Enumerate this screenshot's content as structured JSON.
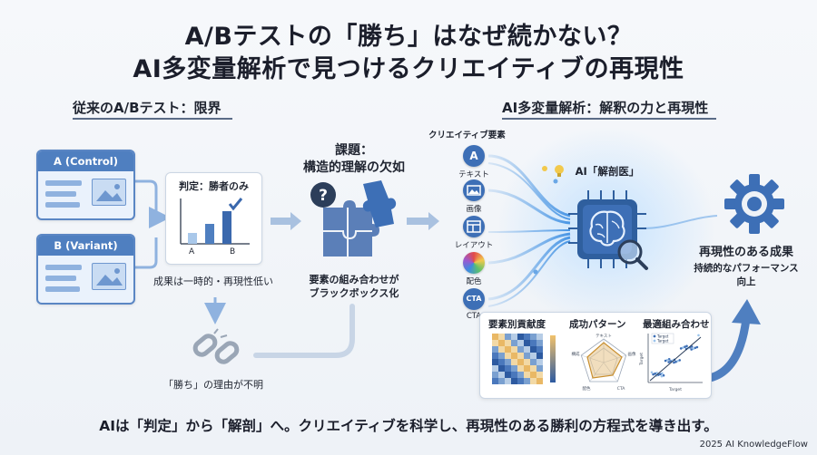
{
  "title": {
    "line1": "A/Bテストの「勝ち」はなぜ続かない？",
    "line2": "AI多変量解析で見つけるクリエイティブの再現性"
  },
  "left_section": {
    "heading": "従来のA/Bテスト：限界",
    "card_a_label": "A (Control)",
    "card_b_label": "B (Variant)",
    "judgement_title": "判定：勝者のみ",
    "bar_a_label": "A",
    "bar_b_label": "B",
    "result_caption": "成果は一時的・再現性低い",
    "issue_title_1": "課題：",
    "issue_title_2": "構造的理解の欠如",
    "blackbox_caption_1": "要素の組み合わせが",
    "blackbox_caption_2": "ブラックボックス化",
    "broken_caption": "「勝ち」の理由が不明"
  },
  "right_section": {
    "heading": "AI多変量解析：解釈の力と再現性",
    "elements_title": "クリエイティブ要素",
    "elements": [
      {
        "icon": "A",
        "label": "テキスト"
      },
      {
        "icon": "img",
        "label": "画像"
      },
      {
        "icon": "layout",
        "label": "レイアウト"
      },
      {
        "icon": "color",
        "label": "配色"
      },
      {
        "icon": "CTA",
        "label": "CTA"
      }
    ],
    "ai_label": "AI「解剖医」",
    "outcome_title": "再現性のある成果",
    "outcome_sub_1": "持続的なパフォーマンス",
    "outcome_sub_2": "向上",
    "panel_contribution": "要素別貢献度",
    "panel_pattern": "成功パターン",
    "panel_combo": "最適組み合わせ",
    "radar_labels": [
      "テキスト",
      "画像",
      "CTA",
      "配色",
      "構成"
    ],
    "scatter_xlabel": "Target",
    "scatter_ylabel": "Target",
    "scatter_legend": [
      "Target",
      "Target"
    ]
  },
  "footer": "AIは「判定」から「解剖」へ。クリエイティブを科学し、再現性のある勝利の方程式を導き出す。",
  "credit": "2025 AI KnowledgeFlow",
  "colors": {
    "accent_blue": "#3d6fb6",
    "light_blue": "#8fb2df",
    "chip": "#2f5f9e"
  }
}
